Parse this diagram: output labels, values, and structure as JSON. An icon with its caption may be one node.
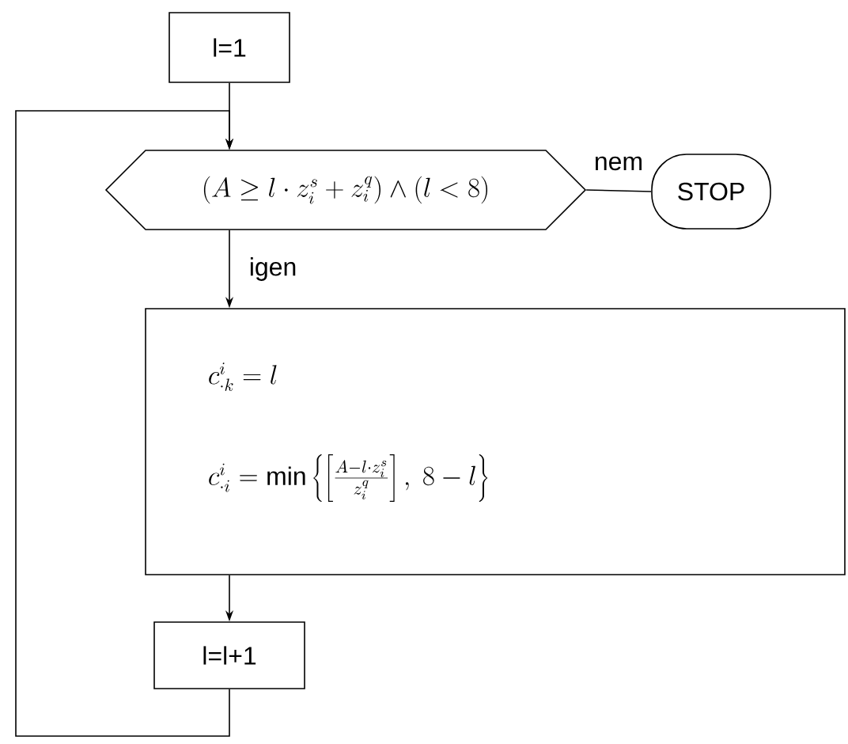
{
  "diagram": {
    "nodes": [
      {
        "text": [
          "l=1"
        ]
      },
      {
        "text": [
          "(A \\geq l\\cdot z_i^s + z_i^q)\\wedge(l<8)"
        ]
      },
      {
        "text": [
          "STOP"
        ]
      },
      {
        "text": [
          "c^{i}_{\\cdot k} = l",
          "c^{i}_{\\cdot i} = \\min\\left\\{\\left[\\frac{A - l\\cdot z_i^s}{z_i^q}\\right],\\ 8-l\\right\\}"
        ]
      },
      {
        "text": [
          "l=l+1"
        ]
      }
    ],
    "edges": [
      {
        "from": 0,
        "to": 1,
        "arrow": "to"
      },
      {
        "from": 1,
        "to": 2,
        "arrow": "none",
        "label": "nem"
      },
      {
        "from": 1,
        "to": 3,
        "arrow": "to",
        "label": "igen"
      },
      {
        "from": 3,
        "to": 4,
        "arrow": "to"
      },
      {
        "from": 4,
        "to": 1,
        "arrow": "to"
      }
    ]
  }
}
